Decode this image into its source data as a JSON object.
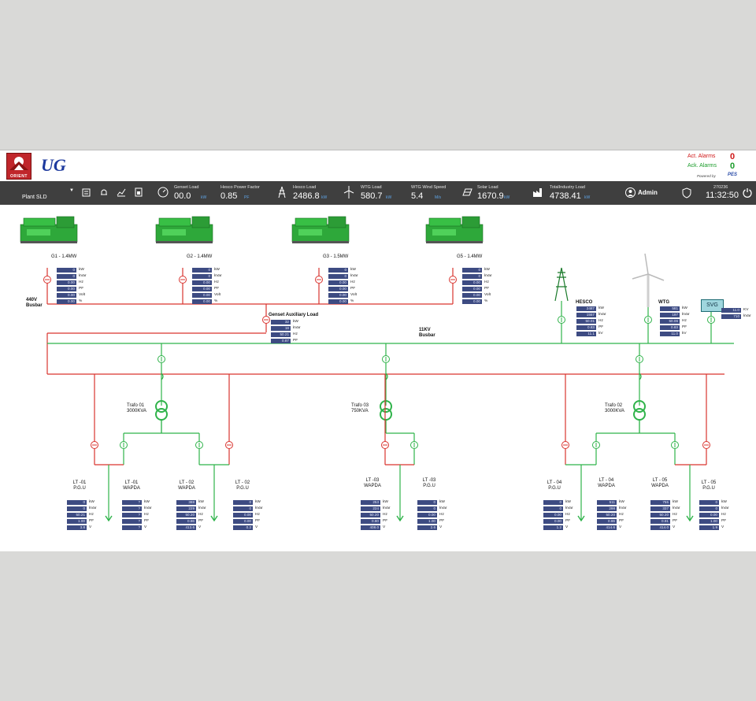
{
  "header": {
    "logo_text": "ORIENT",
    "logo2_text": "UG",
    "act_alarms_label": "Act. Alarms",
    "act_alarms_count": "0",
    "ack_alarms_label": "Ack. Alarms",
    "ack_alarms_count": "0",
    "powered_by_label": "Powered by",
    "powered_by_brand": "PES"
  },
  "toolbar": {
    "view_select": "Plant SLD",
    "genset_load": {
      "label": "Genset Load",
      "value": "00.0",
      "unit": "kW"
    },
    "hesco_pf": {
      "label": "Hesco Power Factor",
      "value": "0.85",
      "unit": "PF"
    },
    "hesco_load": {
      "label": "Hesco Load",
      "value": "2486.8",
      "unit": "kW"
    },
    "wtg_load": {
      "label": "WTG Load",
      "value": "580.7",
      "unit": "kW"
    },
    "wtg_wind": {
      "label": "WTG Wind Speed",
      "value": "5.4",
      "unit": "M/s"
    },
    "solar_load": {
      "label": "Solar Load",
      "value": "1670.9",
      "unit": "kW"
    },
    "total_load": {
      "label": "TotalIndustry Load",
      "value": "4738.41",
      "unit": "kW"
    },
    "user": "Admin",
    "date": "270236",
    "time": "11:32:50"
  },
  "busbars": {
    "lv": "440V\nBusbar",
    "hv": "11KV\nBusbar"
  },
  "gensets": [
    {
      "name": "G1 - 1.4MW",
      "values": [
        "0",
        "0",
        "0.00",
        "0.00",
        "0.00",
        "0.00"
      ],
      "units": [
        "kW",
        "kVar",
        "Hz",
        "PF",
        "Volt",
        "%"
      ]
    },
    {
      "name": "G2 - 1.4MW",
      "values": [
        "0",
        "0",
        "0.00",
        "0.00",
        "0.00",
        "0.00"
      ],
      "units": [
        "kW",
        "kVar",
        "Hz",
        "PF",
        "Volt",
        "%"
      ]
    },
    {
      "name": "G3 - 1.5MW",
      "values": [
        "0",
        "0",
        "0.00",
        "0.00",
        "0.00",
        "0.00"
      ],
      "units": [
        "kW",
        "kVar",
        "Hz",
        "PF",
        "Volt",
        "%"
      ]
    },
    {
      "name": "G5 - 1.4MW",
      "values": [
        "0",
        "0",
        "0.00",
        "0.00",
        "0.00",
        "0.00"
      ],
      "units": [
        "kW",
        "kVar",
        "Hz",
        "PF",
        "Volt",
        "%"
      ]
    }
  ],
  "aux": {
    "name": "Genset Auxiliary Load",
    "values": [
      "32",
      "18",
      "50.21",
      "0.87"
    ],
    "units": [
      "kW",
      "kVar",
      "Hz",
      "PF"
    ]
  },
  "hesco": {
    "name": "HESCO",
    "values": [
      "2487",
      "1557",
      "50.01",
      "0.83",
      "11.1"
    ],
    "units": [
      "kW",
      "kVar",
      "Hz",
      "PF",
      "kV"
    ]
  },
  "wtg": {
    "name": "WTG",
    "values": [
      "581",
      "197",
      "50.06",
      "0.83",
      "11.0"
    ],
    "units": [
      "kW",
      "kVar",
      "Hz",
      "PF",
      "kV"
    ]
  },
  "svg_box": {
    "name": "SVG",
    "values": [
      "11.0",
      "710"
    ],
    "units": [
      "KV",
      "kVar"
    ]
  },
  "trafos": [
    {
      "name": "Trafo 01\n3000KVA"
    },
    {
      "name": "Trafo 03\n750KVA"
    },
    {
      "name": "Trafo 02\n3000KVA"
    }
  ],
  "feeders": [
    {
      "name": "LT -01\nP.G.U",
      "values": [
        "0",
        "0",
        "50.21",
        "1.00",
        "3.8"
      ],
      "units": [
        "kW",
        "kVar",
        "Hz",
        "PF",
        "V"
      ]
    },
    {
      "name": "LT -01\nWAPDA",
      "values": [
        "?",
        "?",
        "?",
        "?",
        "?"
      ],
      "units": [
        "kW",
        "kVar",
        "Hz",
        "PF",
        "V"
      ]
    },
    {
      "name": "LT - 02\nWAPDA",
      "values": [
        "388",
        "229",
        "50.20",
        "0.86",
        "413.6"
      ],
      "units": [
        "kW",
        "kVar",
        "Hz",
        "PF",
        "V"
      ]
    },
    {
      "name": "LT - 02\nP.G.U",
      "values": [
        "0",
        "0",
        "0.00",
        "0.00",
        "0.2"
      ],
      "units": [
        "kW",
        "kVar",
        "Hz",
        "PF",
        "V"
      ]
    },
    {
      "name": "LT -03\nWAPDA",
      "values": [
        "253",
        "224",
        "50.20",
        "0.80",
        "408.0"
      ],
      "units": [
        "kW",
        "kVar",
        "Hz",
        "PF",
        "V"
      ]
    },
    {
      "name": "LT -03\nP.G.U",
      "values": [
        "0",
        "0",
        "0.00",
        "1.00",
        "2.6"
      ],
      "units": [
        "kW",
        "kVar",
        "Hz",
        "PF",
        "V"
      ]
    },
    {
      "name": "LT - 04\nP.G.U",
      "values": [
        "0",
        "0",
        "0.00",
        "0.00",
        "1.2"
      ],
      "units": [
        "kW",
        "kVar",
        "Hz",
        "PF",
        "V"
      ]
    },
    {
      "name": "LT - 04\nWAPDA",
      "values": [
        "511",
        "298",
        "50.20",
        "0.86",
        "414.6"
      ],
      "units": [
        "kW",
        "kVar",
        "Hz",
        "PF",
        "V"
      ]
    },
    {
      "name": "LT - 05\nWAPDA",
      "values": [
        "755",
        "337",
        "50.20",
        "0.91",
        "414.0"
      ],
      "units": [
        "kW",
        "kVar",
        "Hz",
        "PF",
        "V"
      ]
    },
    {
      "name": "LT - 05\nP.G.U",
      "values": [
        "0",
        "0",
        "0.00",
        "1.00",
        "1.9"
      ],
      "units": [
        "kW",
        "kVar",
        "Hz",
        "PF",
        "V"
      ]
    }
  ],
  "colors": {
    "toolbar": "#3f3f3f",
    "lv_line": "#d9342f",
    "hv_line": "#2fb34a",
    "panel": "#3d4b82",
    "genset": "#2ea83a",
    "alarm": "#d01818",
    "ack": "#1a9c2a"
  }
}
